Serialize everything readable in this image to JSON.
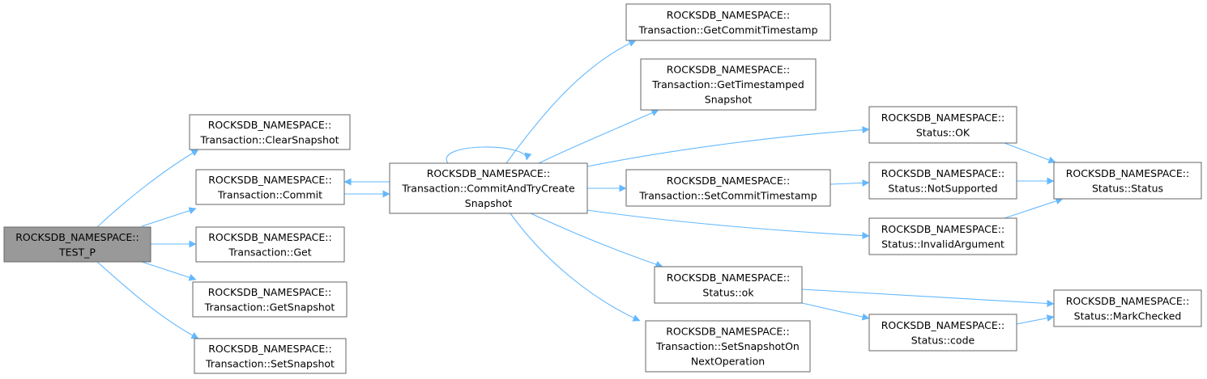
{
  "graph": {
    "nodes": [
      {
        "id": "test_p",
        "lines": [
          "ROCKSDB_NAMESPACE::",
          "TEST_P"
        ],
        "highlighted": true
      },
      {
        "id": "clear_snapshot",
        "lines": [
          "ROCKSDB_NAMESPACE::",
          "Transaction::ClearSnapshot"
        ]
      },
      {
        "id": "commit",
        "lines": [
          "ROCKSDB_NAMESPACE::",
          "Transaction::Commit"
        ]
      },
      {
        "id": "get",
        "lines": [
          "ROCKSDB_NAMESPACE::",
          "Transaction::Get"
        ]
      },
      {
        "id": "get_snapshot",
        "lines": [
          "ROCKSDB_NAMESPACE::",
          "Transaction::GetSnapshot"
        ]
      },
      {
        "id": "set_snapshot",
        "lines": [
          "ROCKSDB_NAMESPACE::",
          "Transaction::SetSnapshot"
        ]
      },
      {
        "id": "commit_and_try",
        "lines": [
          "ROCKSDB_NAMESPACE::",
          "Transaction::CommitAndTryCreate",
          "Snapshot"
        ]
      },
      {
        "id": "get_commit_ts",
        "lines": [
          "ROCKSDB_NAMESPACE::",
          "Transaction::GetCommitTimestamp"
        ]
      },
      {
        "id": "get_ts_snapshot",
        "lines": [
          "ROCKSDB_NAMESPACE::",
          "Transaction::GetTimestamped",
          "Snapshot"
        ]
      },
      {
        "id": "set_commit_ts",
        "lines": [
          "ROCKSDB_NAMESPACE::",
          "Transaction::SetCommitTimestamp"
        ]
      },
      {
        "id": "status_ok_upper",
        "lines": [
          "ROCKSDB_NAMESPACE::",
          "Status::OK"
        ]
      },
      {
        "id": "not_supported",
        "lines": [
          "ROCKSDB_NAMESPACE::",
          "Status::NotSupported"
        ]
      },
      {
        "id": "invalid_argument",
        "lines": [
          "ROCKSDB_NAMESPACE::",
          "Status::InvalidArgument"
        ]
      },
      {
        "id": "status_ok_lower",
        "lines": [
          "ROCKSDB_NAMESPACE::",
          "Status::ok"
        ]
      },
      {
        "id": "set_snapshot_on_next",
        "lines": [
          "ROCKSDB_NAMESPACE::",
          "Transaction::SetSnapshotOn",
          "NextOperation"
        ]
      },
      {
        "id": "status_status",
        "lines": [
          "ROCKSDB_NAMESPACE::",
          "Status::Status"
        ]
      },
      {
        "id": "mark_checked",
        "lines": [
          "ROCKSDB_NAMESPACE::",
          "Status::MarkChecked"
        ]
      },
      {
        "id": "status_code",
        "lines": [
          "ROCKSDB_NAMESPACE::",
          "Status::code"
        ]
      }
    ],
    "edges": [
      [
        "test_p",
        "clear_snapshot"
      ],
      [
        "test_p",
        "commit"
      ],
      [
        "test_p",
        "get"
      ],
      [
        "test_p",
        "get_snapshot"
      ],
      [
        "test_p",
        "set_snapshot"
      ],
      [
        "commit",
        "commit_and_try"
      ],
      [
        "commit_and_try",
        "commit"
      ],
      [
        "commit_and_try",
        "commit_and_try"
      ],
      [
        "commit_and_try",
        "get_commit_ts"
      ],
      [
        "commit_and_try",
        "get_ts_snapshot"
      ],
      [
        "commit_and_try",
        "status_ok_upper"
      ],
      [
        "commit_and_try",
        "set_commit_ts"
      ],
      [
        "commit_and_try",
        "invalid_argument"
      ],
      [
        "commit_and_try",
        "status_ok_lower"
      ],
      [
        "commit_and_try",
        "set_snapshot_on_next"
      ],
      [
        "set_commit_ts",
        "not_supported"
      ],
      [
        "status_ok_upper",
        "status_status"
      ],
      [
        "not_supported",
        "status_status"
      ],
      [
        "invalid_argument",
        "status_status"
      ],
      [
        "status_ok_lower",
        "mark_checked"
      ],
      [
        "status_ok_lower",
        "status_code"
      ],
      [
        "status_code",
        "mark_checked"
      ]
    ],
    "colors": {
      "edge": "#63b8ff",
      "node_border": "#666666",
      "node_fill": "#ffffff",
      "highlight_fill": "#999999"
    }
  }
}
